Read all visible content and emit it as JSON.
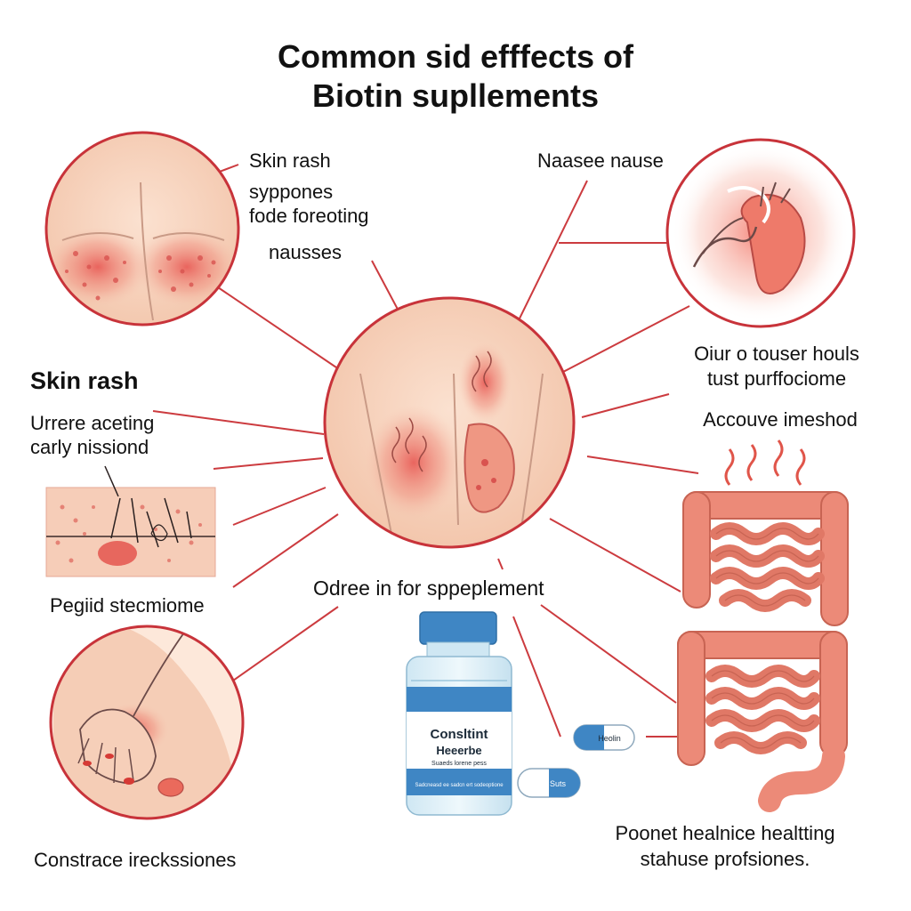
{
  "title": {
    "line1": "Common sid efffects of",
    "line2": "Biotin supllements"
  },
  "labels": {
    "skin_rash_top": "Skin rash",
    "sypponies": "syppones",
    "fode_foreoting": "fode foreoting",
    "nausses": "nausses",
    "naasee_nause": "Naasee nause",
    "skin_rash_left": "Skin rash",
    "urrere_aceting": "Urrere aceting",
    "carly_nissiond": "carly nissiond",
    "pegiid_stecmiome": "Pegiid stecmiome",
    "oiur_touser": "Oiur o touser houls",
    "tust_purffocaiome": "tust purffociome",
    "accouve_imeshod": "Accouve imeshod",
    "odree_in_for": "Odree in for sppeplement",
    "constrace": "Constrace ireckssiones",
    "poonet_line1": "Poonet healnice healtting",
    "poonet_line2": "stahuse profsiones."
  },
  "bottle": {
    "label_line1": "Consltint",
    "label_line2": "Heeerbe",
    "label_line3": "Suaeds lorene pess",
    "label_fine": "Sadcneasd ee sadcn ert sodeoptione"
  },
  "pills": {
    "pill1": "Heolin",
    "pill2": "Suts"
  },
  "colors": {
    "accent_red": "#c8333a",
    "line_red": "#cc3b3f",
    "skin": "#f6d2bd",
    "intestine": "#ec8a78",
    "bottle_blue": "#3f86c4"
  }
}
